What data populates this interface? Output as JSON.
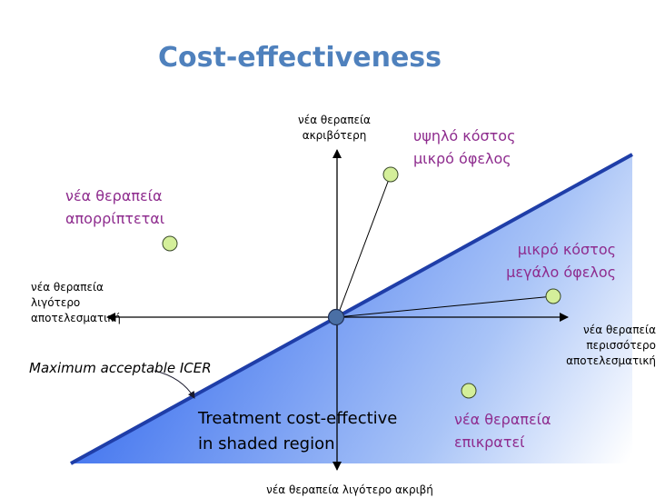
{
  "title": "Cost-effectiveness",
  "axes": {
    "top": [
      "νέα θεραπεία",
      "ακριβότερη"
    ],
    "bottom": "νέα θεραπεία λιγότερο ακριβή",
    "left": [
      "νέα θεραπεία",
      "λιγότερο",
      "αποτελεσματική"
    ],
    "right": [
      "νέα θεραπεία",
      "περισσότερο",
      "αποτελεσματική"
    ]
  },
  "quadrants": {
    "top_left": [
      "νέα θεραπεία",
      "απορρίπτεται"
    ],
    "top_right": [
      "υψηλό κόστος",
      "μικρό όφελος"
    ],
    "right": [
      "μικρό κόστος",
      "μεγάλο όφελος"
    ],
    "bottom_right": [
      "νέα θεραπεία",
      "επικρατεί"
    ]
  },
  "shaded_region": [
    "Treatment cost-effective",
    "in shaded region"
  ],
  "icer_label": "Maximum acceptable ICER",
  "colors": {
    "title": "#4f81bd",
    "quadrant_text": "#8e2c8e",
    "shade": "#4f81f0",
    "icer_line": "#1f3ea8",
    "point_fill": "#d4ef9a",
    "origin_fill": "#4a6fa5"
  }
}
